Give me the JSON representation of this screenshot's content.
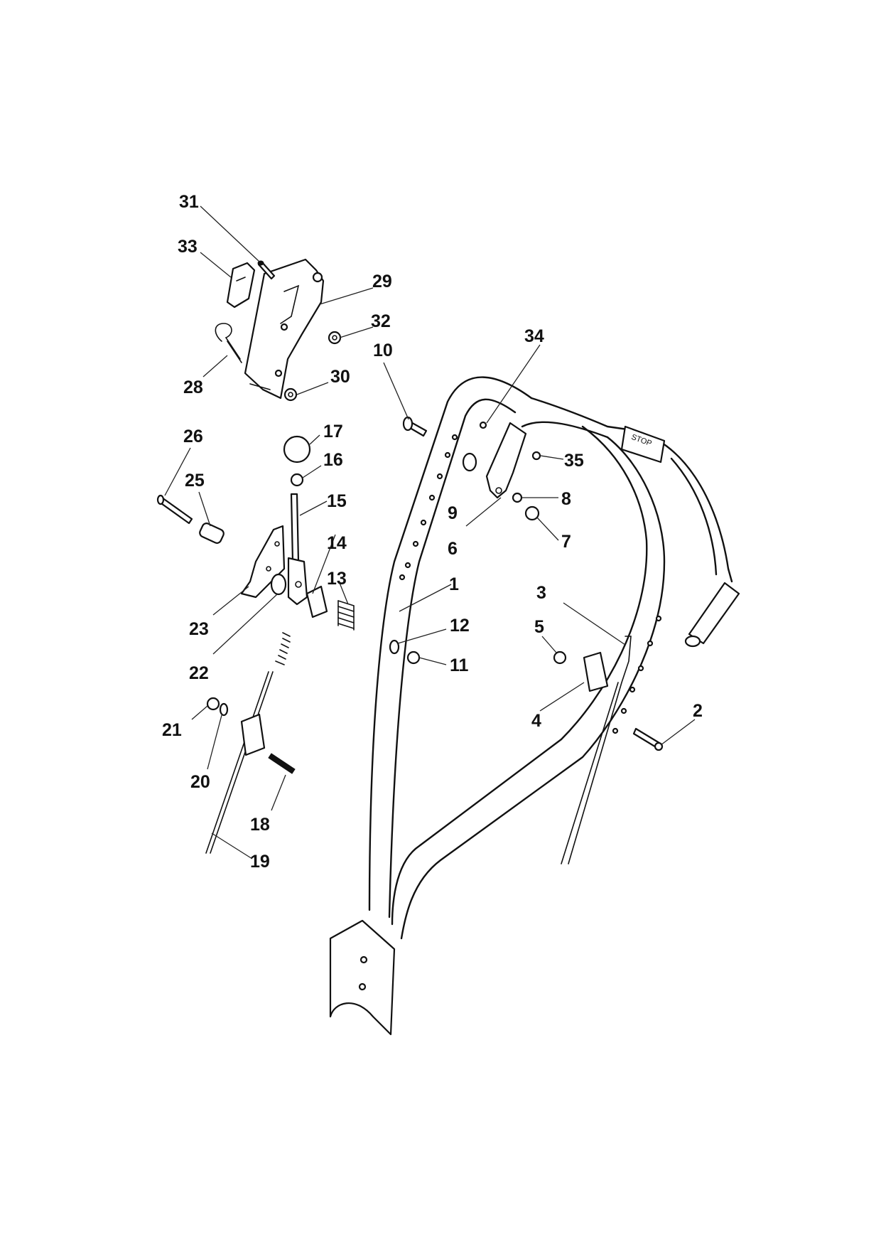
{
  "stop_label": "STOP",
  "callouts": [
    {
      "id": "1",
      "text": "1"
    },
    {
      "id": "2",
      "text": "2"
    },
    {
      "id": "3",
      "text": "3"
    },
    {
      "id": "4",
      "text": "4"
    },
    {
      "id": "5",
      "text": "5"
    },
    {
      "id": "6",
      "text": "6"
    },
    {
      "id": "7",
      "text": "7"
    },
    {
      "id": "8",
      "text": "8"
    },
    {
      "id": "9",
      "text": "9"
    },
    {
      "id": "10",
      "text": "10"
    },
    {
      "id": "11",
      "text": "11"
    },
    {
      "id": "12",
      "text": "12"
    },
    {
      "id": "13",
      "text": "13"
    },
    {
      "id": "14",
      "text": "14"
    },
    {
      "id": "15",
      "text": "15"
    },
    {
      "id": "16",
      "text": "16"
    },
    {
      "id": "17",
      "text": "17"
    },
    {
      "id": "18",
      "text": "18"
    },
    {
      "id": "19",
      "text": "19"
    },
    {
      "id": "20",
      "text": "20"
    },
    {
      "id": "21",
      "text": "21"
    },
    {
      "id": "22",
      "text": "22"
    },
    {
      "id": "23",
      "text": "23"
    },
    {
      "id": "25",
      "text": "25"
    },
    {
      "id": "26",
      "text": "26"
    },
    {
      "id": "28",
      "text": "28"
    },
    {
      "id": "29",
      "text": "29"
    },
    {
      "id": "30",
      "text": "30"
    },
    {
      "id": "31",
      "text": "31"
    },
    {
      "id": "32",
      "text": "32"
    },
    {
      "id": "33",
      "text": "33"
    },
    {
      "id": "34",
      "text": "34"
    },
    {
      "id": "35",
      "text": "35"
    }
  ]
}
